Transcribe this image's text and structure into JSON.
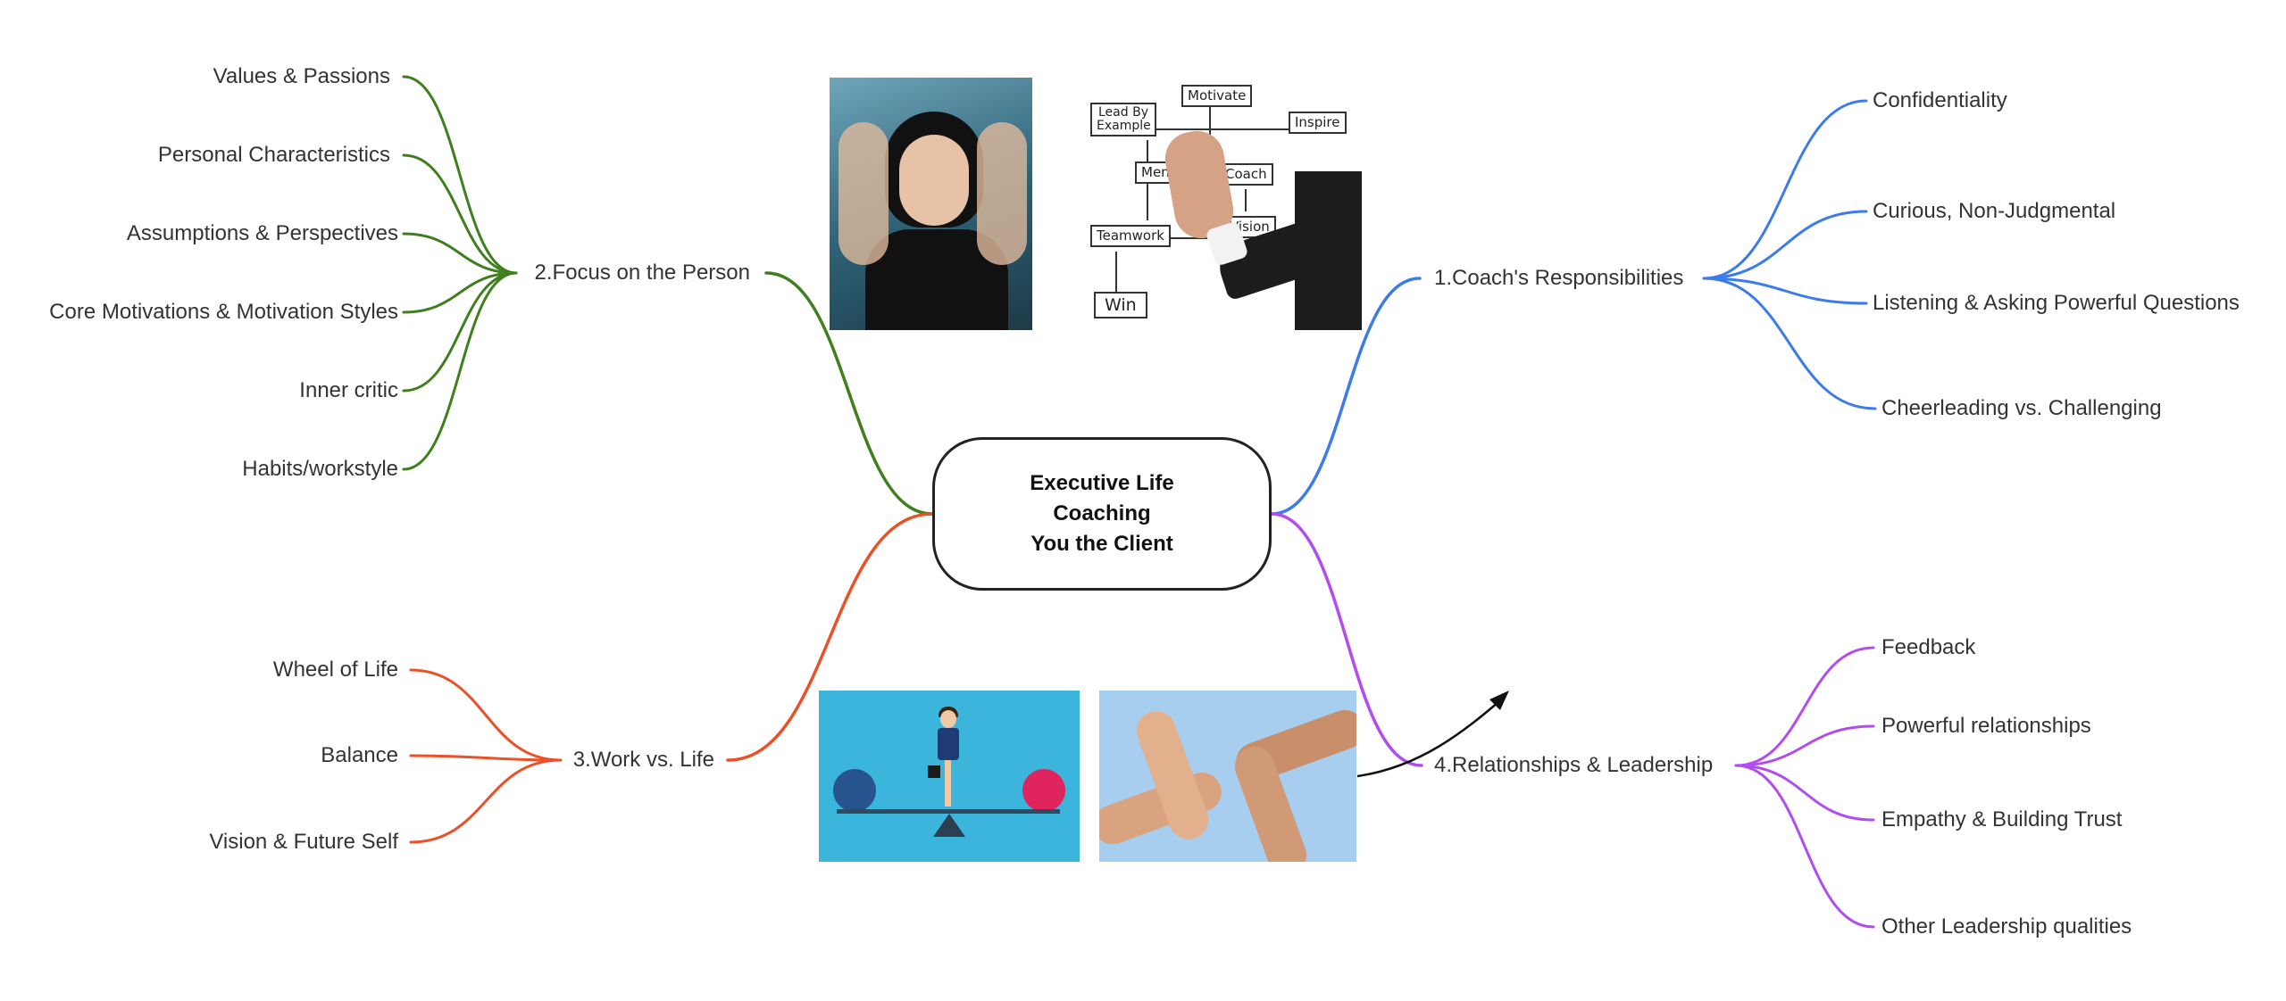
{
  "central": {
    "lines": [
      "Executive Life",
      "Coaching",
      "You the Client"
    ]
  },
  "branches": [
    {
      "key": "coach",
      "label": "1.Coach's Responsibilities",
      "color": "#3b7bea",
      "children": [
        "Confidentiality",
        "Curious, Non-Judgmental",
        "Listening & Asking Powerful Questions",
        "Cheerleading vs. Challenging"
      ]
    },
    {
      "key": "person",
      "label": "2.Focus on the Person",
      "color": "#3f7f1e",
      "children": [
        "Values & Passions",
        "Personal Characteristics",
        "Assumptions & Perspectives",
        "Core Motivations & Motivation Styles",
        "Inner critic",
        "Habits/workstyle"
      ]
    },
    {
      "key": "work",
      "label": "3.Work vs. Life",
      "color": "#ea5128",
      "children": [
        "Wheel of Life",
        "Balance",
        "Vision & Future Self"
      ]
    },
    {
      "key": "relationships",
      "label": "4.Relationships & Leadership",
      "color": "#b04cf0",
      "children": [
        "Feedback",
        "Powerful relationships",
        "Empathy & Building Trust",
        "Other Leadership qualities"
      ]
    }
  ],
  "pictures": {
    "flowchart_words": [
      "Lead By Example",
      "Motivate",
      "Inspire",
      "Mentor",
      "Coach",
      "Teamwork",
      "Vision",
      "Win"
    ]
  },
  "icons": {
    "photo_woman": "woman-framing-hands-photo",
    "photo_flowchart": "leadership-flowchart-photo",
    "illustration_balance": "work-life-balance-illustration",
    "photo_hands": "linked-hands-photo",
    "arrow": "curved-arrow-icon"
  }
}
